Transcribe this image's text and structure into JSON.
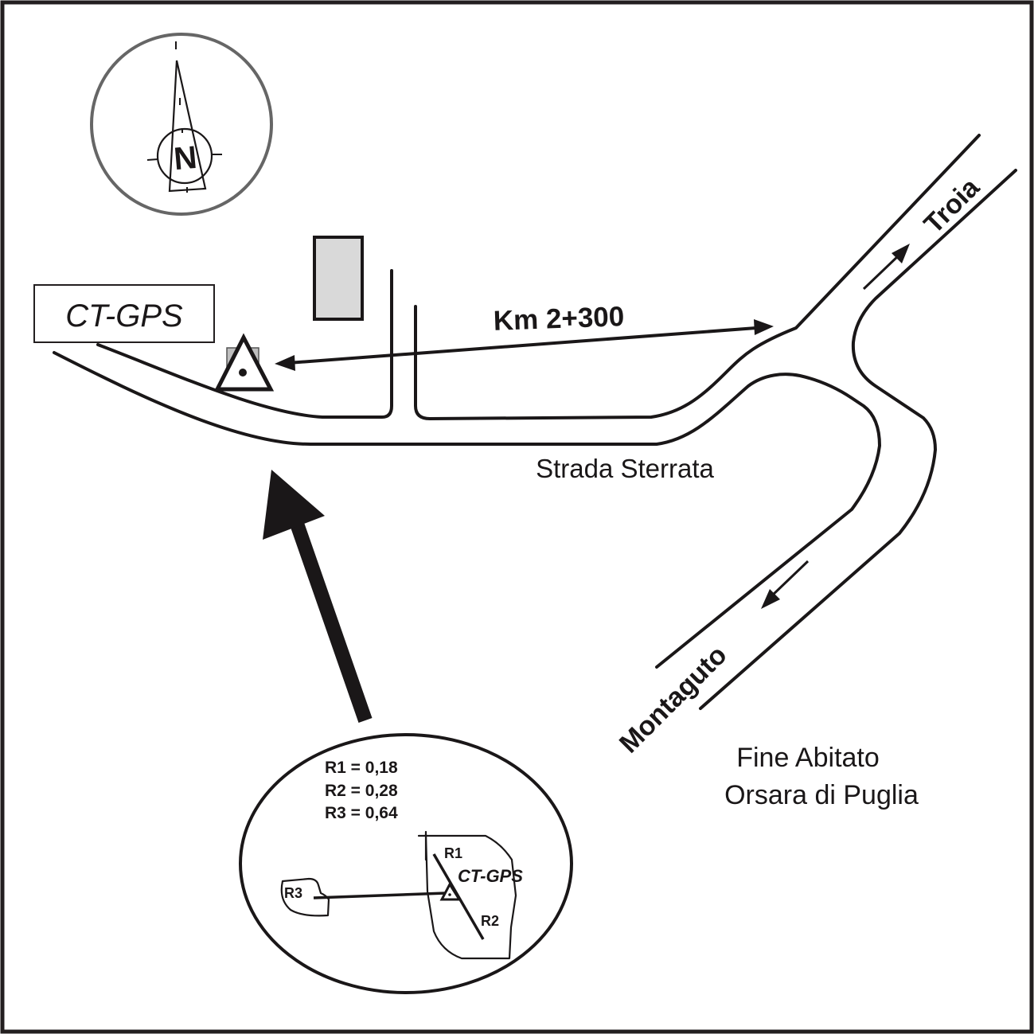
{
  "map": {
    "station_label": "CT-GPS",
    "distance_label": "Km 2+300",
    "road_label": "Strada Sterrata",
    "direction_labels": {
      "north_east": "Troia",
      "south_west": "Montaguto"
    },
    "locality_label": {
      "line1": "Fine Abitato",
      "line2": "Orsara di Puglia"
    },
    "compass": {
      "letter": "N"
    },
    "inset": {
      "values": [
        {
          "ref": "R1",
          "value": "0,18",
          "text": "R1 = 0,18"
        },
        {
          "ref": "R2",
          "value": "0,28",
          "text": "R2 = 0,28"
        },
        {
          "ref": "R3",
          "value": "0,64",
          "text": "R3 = 0,64"
        }
      ],
      "labels": {
        "r1": "R1",
        "r2": "R2",
        "r3": "R3",
        "station": "CT-GPS"
      }
    },
    "colors": {
      "ink": "#1a1718",
      "compass_ring": "#666666",
      "building_fill": "#d9d9d9"
    }
  }
}
